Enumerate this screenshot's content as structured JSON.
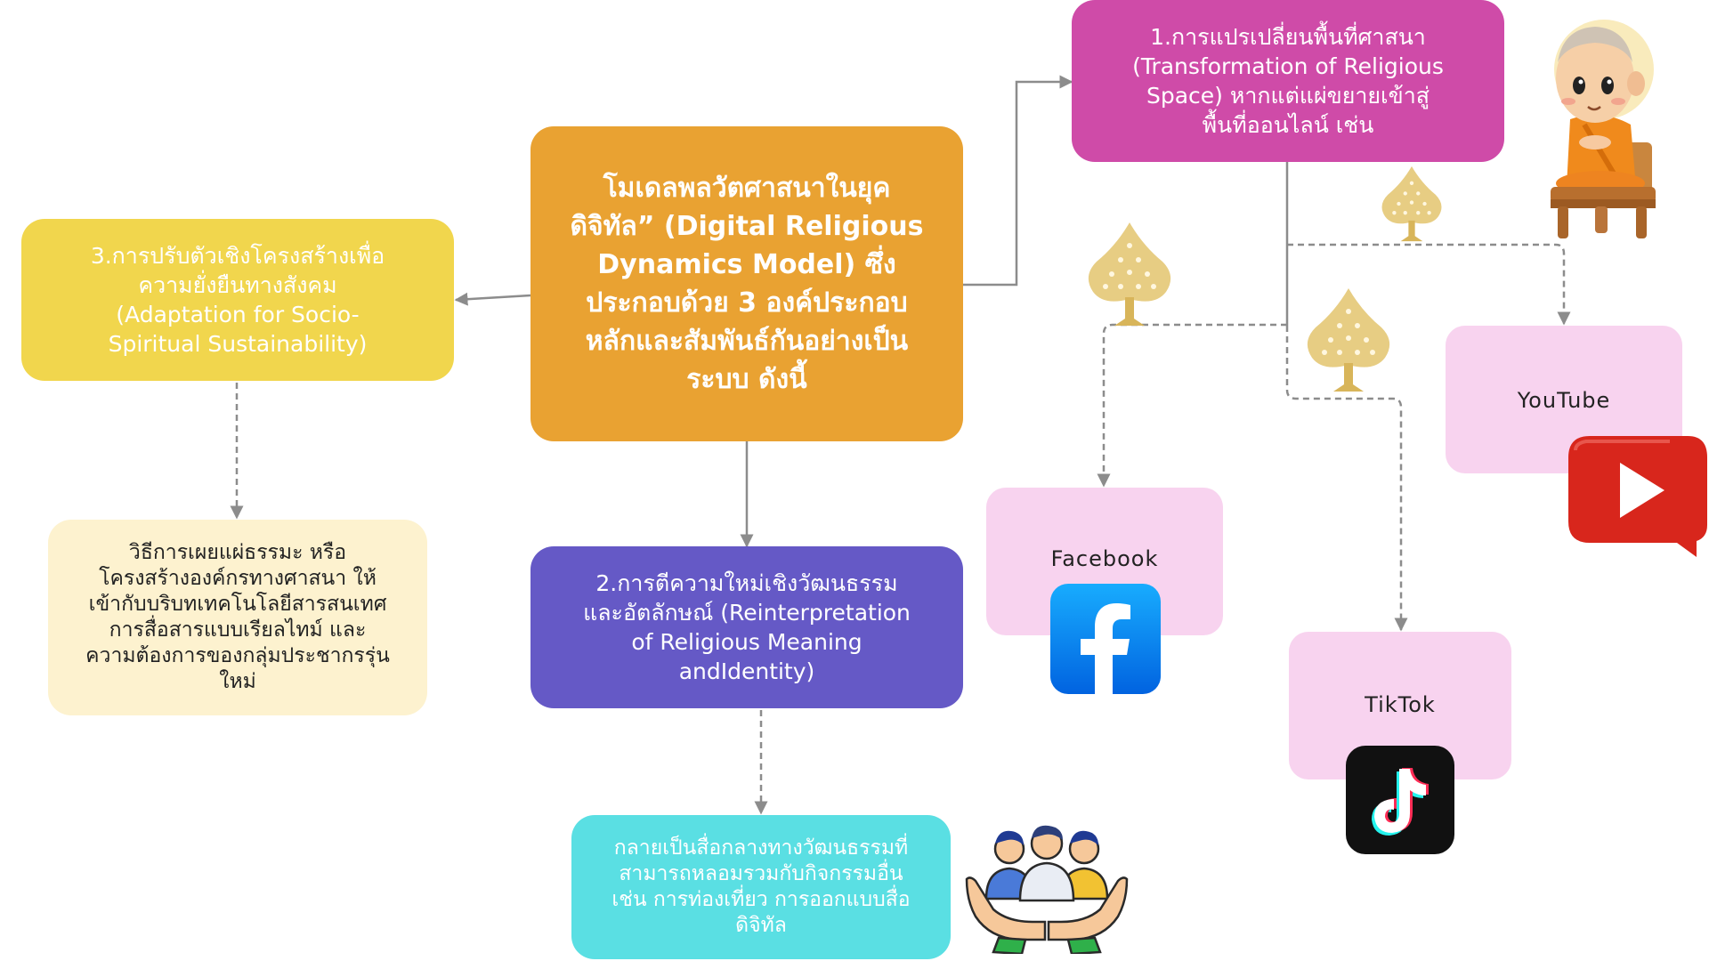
{
  "center": {
    "text": "โมเดลพลวัตศาสนาในยุค\nดิจิทัล” (Digital Religious\nDynamics Model) ซึ่ง\nประกอบด้วย 3 องค์ประกอบ\nหลักและสัมพันธ์กันอย่างเป็น\nระบบ ดังนี้"
  },
  "component_1": {
    "text": "1.การแปรเปลี่ยนพื้นที่ศาสนา\n(Transformation of Religious\nSpace) หากแต่แผ่ขยายเข้าสู่\nพื้นที่ออนไลน์ เช่น"
  },
  "component_2": {
    "text": "2.การตีความใหม่เชิงวัฒนธรรม\nและอัตลักษณ์ (Reinterpretation\nof Religious Meaning\nandIdentity)"
  },
  "component_3": {
    "text": "3.การปรับตัวเชิงโครงสร้างเพื่อ\nความยั่งยืนทางสังคม\n(Adaptation for Socio-\nSpiritual Sustainability)"
  },
  "description_3": {
    "text": "วิธีการเผยแผ่ธรรมะ หรือ\nโครงสร้างองค์กรทางศาสนา ให้\nเข้ากับบริบทเทคโนโลยีสารสนเทศ\nการสื่อสารแบบเรียลไทม์ และ\nความต้องการของกลุ่มประชากรรุ่น\nใหม่"
  },
  "description_2": {
    "text": "กลายเป็นสื่อกลางทางวัฒนธรรมที่\nสามารถหลอมรวมกับกิจกรรมอื่น\nเช่น การท่องเที่ยว การออกแบบสื่อ\nดิจิทัล"
  },
  "platforms": [
    {
      "name": "Facebook",
      "icon": "facebook-icon",
      "color": "#1877f2"
    },
    {
      "name": "YouTube",
      "icon": "youtube-icon",
      "color": "#e62117"
    },
    {
      "name": "TikTok",
      "icon": "tiktok-icon",
      "color": "#111111"
    }
  ],
  "colors": {
    "center": "#e9a232",
    "component_1": "#cf4ba8",
    "component_2": "#6559c6",
    "component_3": "#f1d64d",
    "platform_box": "#f8d3ef",
    "bodhi_tree": "#e3c46d",
    "connector": "#8c8c8c"
  },
  "decorations": [
    "monk-illustration",
    "bodhi-tree-icon",
    "people-in-hands-icon"
  ]
}
